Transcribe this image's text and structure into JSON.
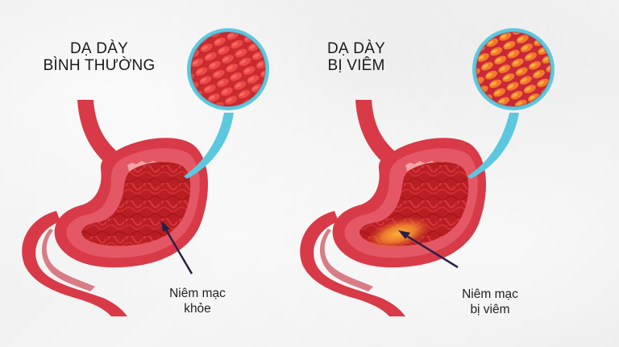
{
  "panels": [
    {
      "id": "normal",
      "title_line1": "DẠ DÀY",
      "title_line2": "BÌNH THƯỜNG",
      "label_line1": "Niêm mạc",
      "label_line2": "khỏe",
      "magnifier": {
        "border_color": "#5bc8e0",
        "tissue_color": "#e0383a",
        "tissue_highlight": "#f25a55"
      },
      "stomach": {
        "outer_color": "#d83a48",
        "wall_color": "#e35864",
        "lining_color": "#f4a3a8",
        "inner_color": "#b81e22"
      }
    },
    {
      "id": "inflamed",
      "title_line1": "DẠ DÀY",
      "title_line2": "BỊ VIÊM",
      "label_line1": "Niêm mạc",
      "label_line2": "bị viêm",
      "magnifier": {
        "border_color": "#5bc8e0",
        "tissue_color": "#f47a2a",
        "tissue_highlight": "#d8303c"
      },
      "stomach": {
        "outer_color": "#d83a48",
        "wall_color": "#e35864",
        "lining_color": "#f4a3a8",
        "inner_color": "#b81e22",
        "inflamed_patch": "#f5a030"
      }
    }
  ],
  "colors": {
    "background": "#efefef",
    "arrow": "#2a1f45",
    "text": "#1a1a1a"
  }
}
